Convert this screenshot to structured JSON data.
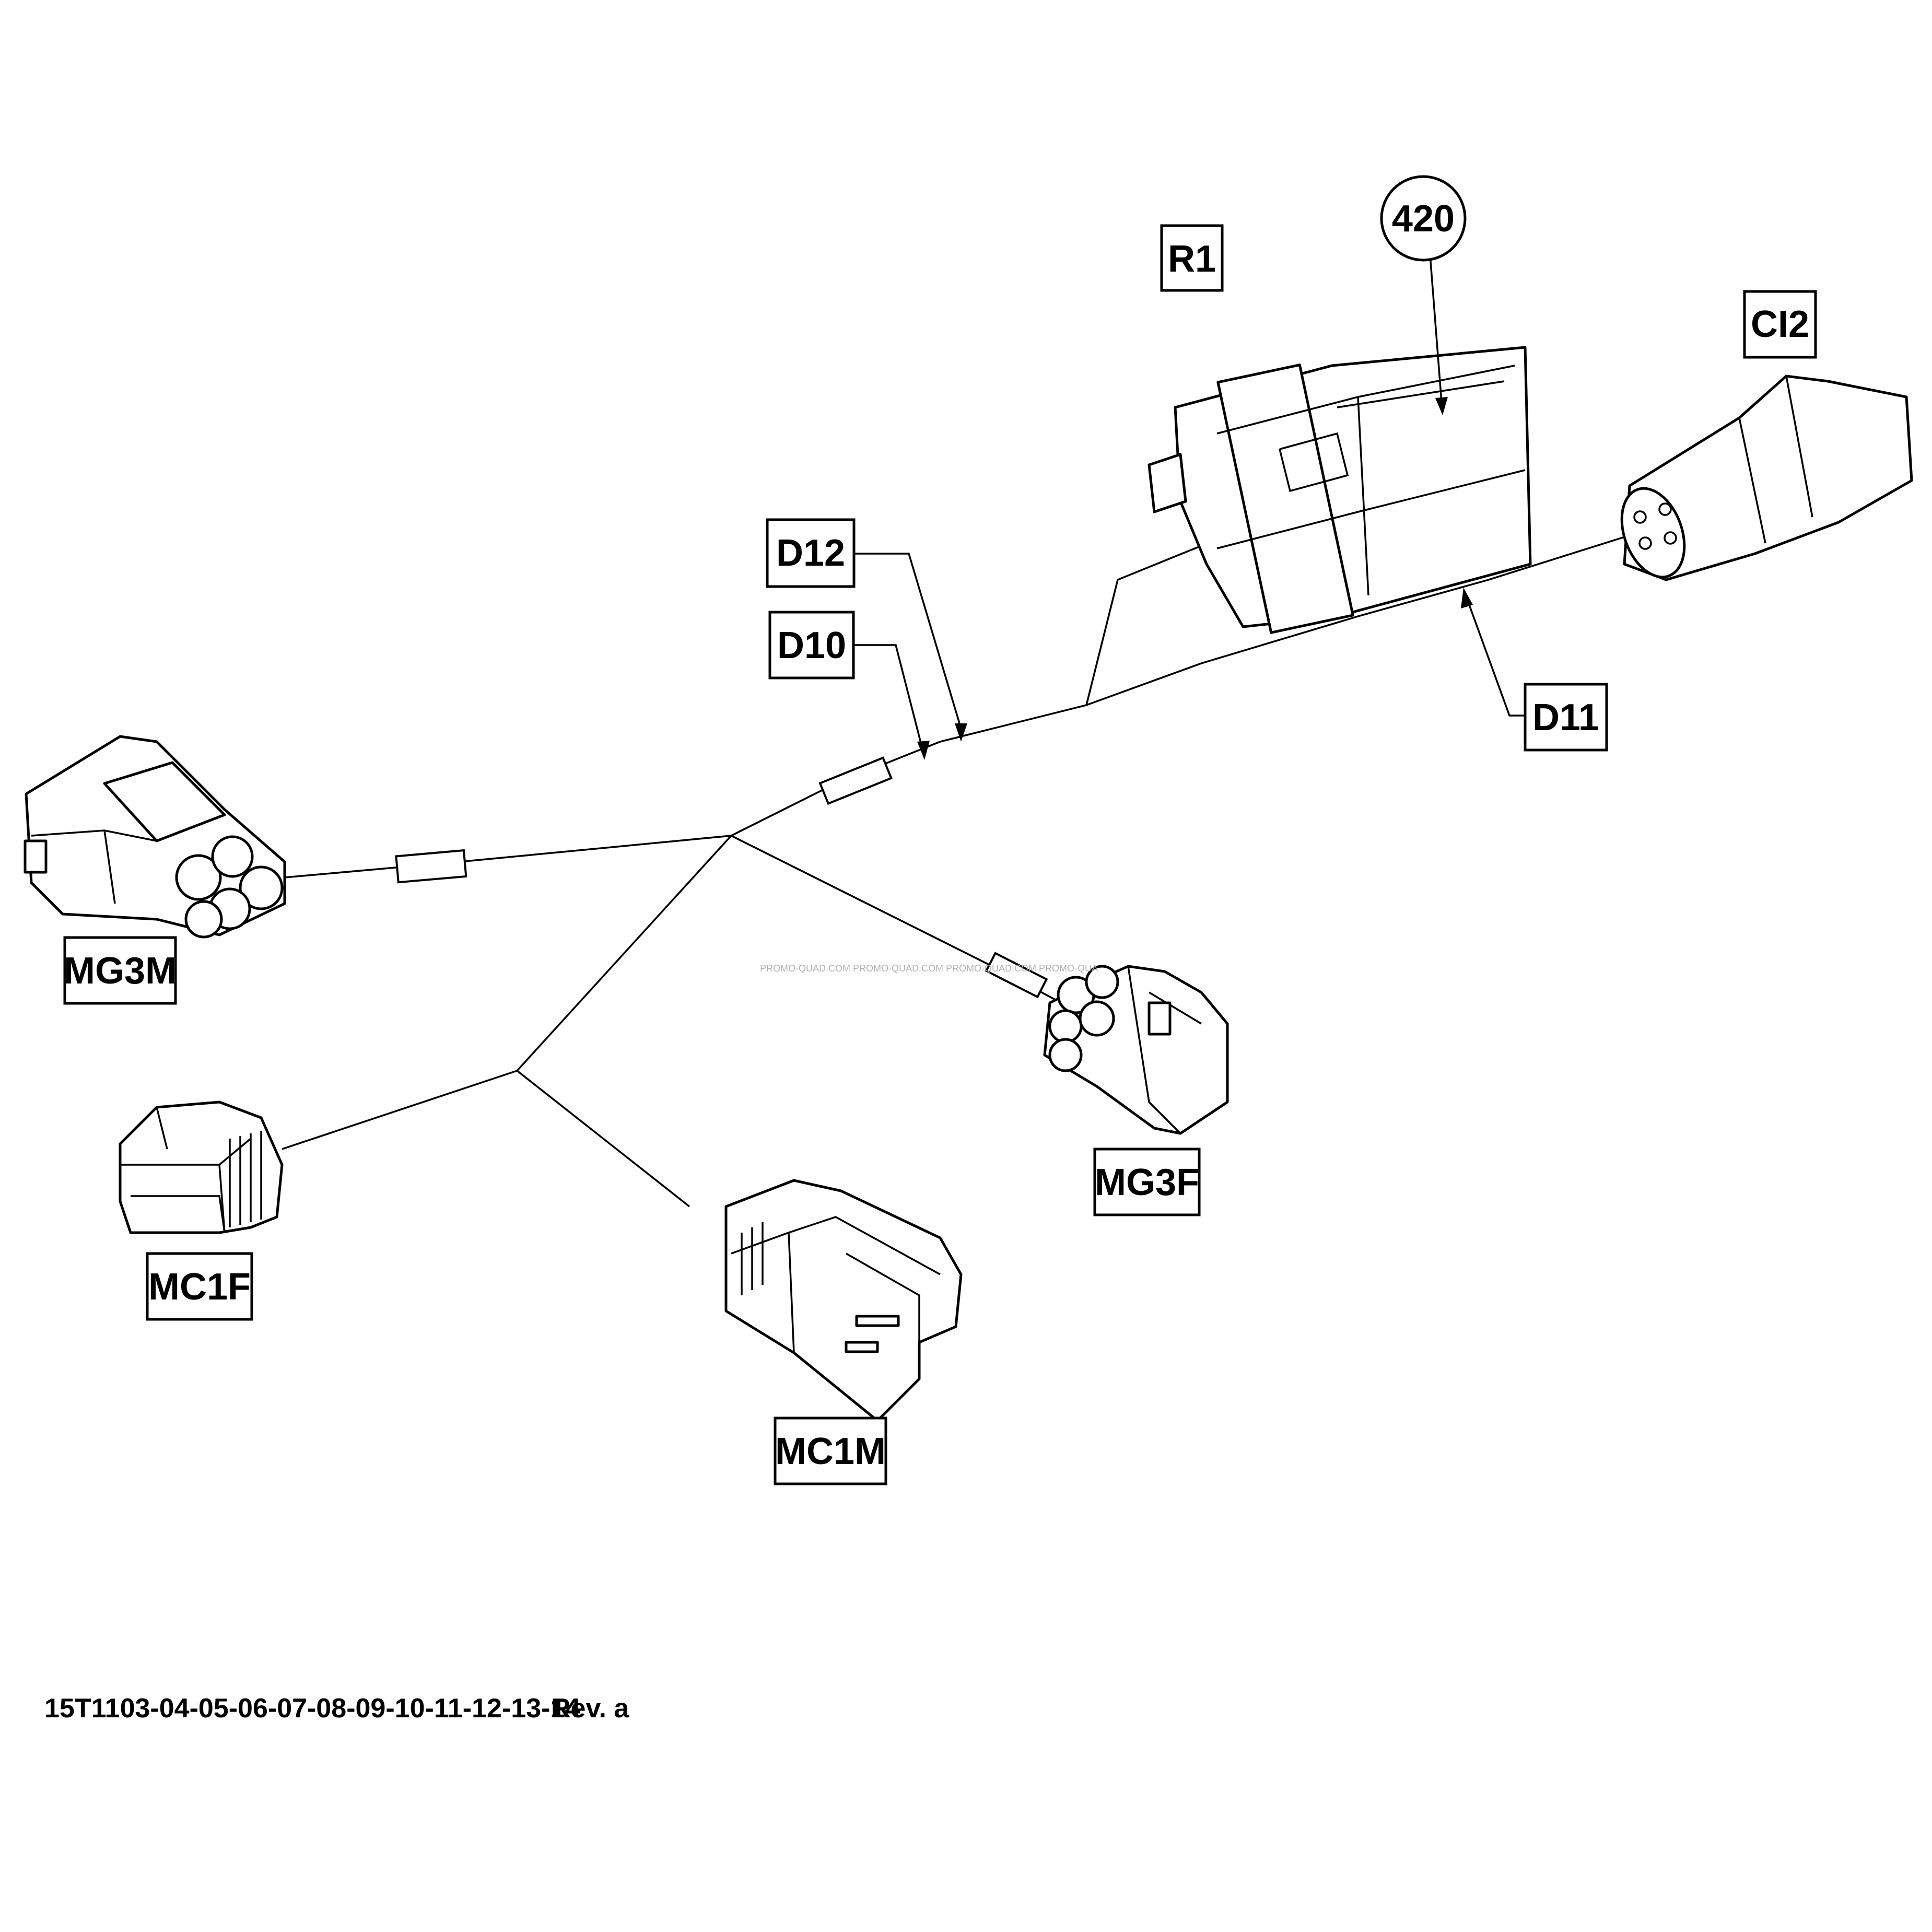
{
  "labels": {
    "r1": "R1",
    "callout_420": "420",
    "ci2": "CI2",
    "d12": "D12",
    "d10": "D10",
    "d11": "D11",
    "mg3m": "MG3M",
    "mg3f": "MG3F",
    "mc1f": "MC1F",
    "mc1m": "MC1M"
  },
  "watermark": "PROMO-QUAD.COM    PROMO-QUAD.COM    PROMO-QUAD.COM    PROMO-QUA",
  "footer": {
    "part_code": "15T1103-04-05-06-07-08-09-10-11-12-13-14",
    "revision": "Rev. a"
  }
}
